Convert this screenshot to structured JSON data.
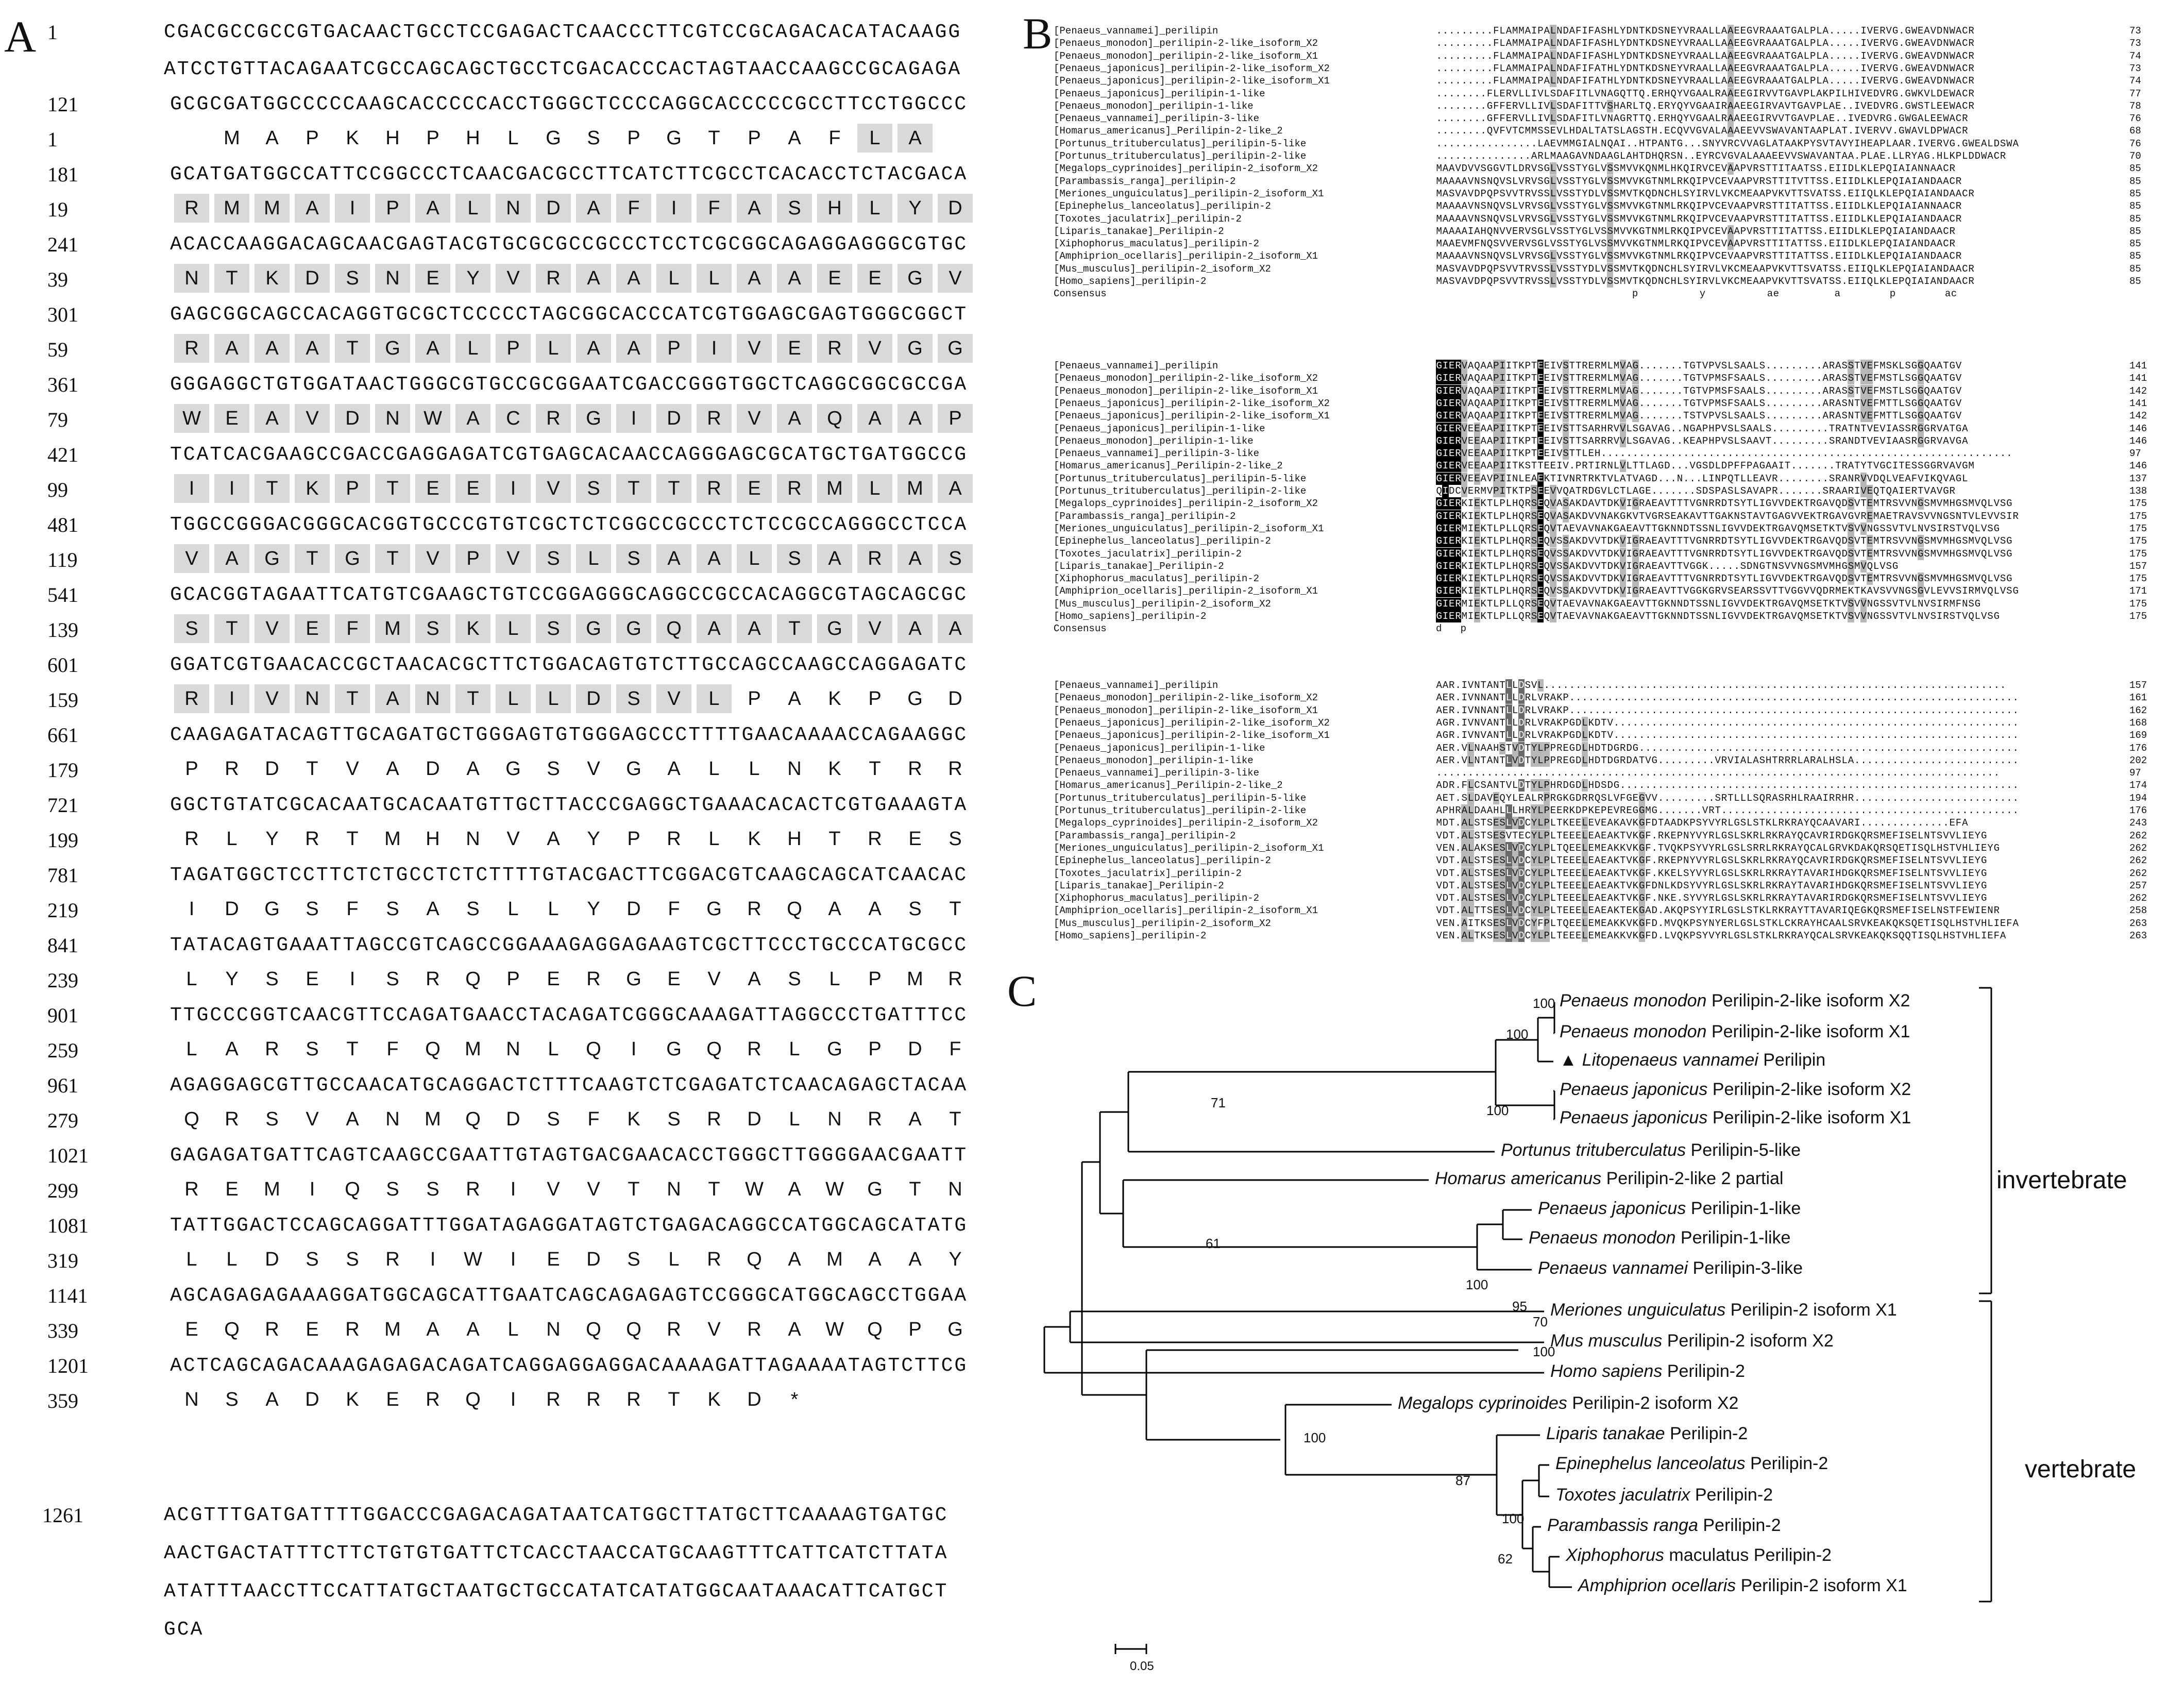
{
  "panel_labels": {
    "a": "A",
    "b": "B",
    "c": "C"
  },
  "panelA": {
    "header_start": "1",
    "header_lines": [
      "CGACGCCGCCGTGACAACTGCCTCCGAGACTCAACCCTTCGTCCGCAGACACATACAAGG",
      "ATCCTGTTACAGAATCGCCAGCAGCTGCCTCGACACCCACTAGTAACCAAGCCGCAGAGA"
    ],
    "blocks": [
      {
        "nt_num": "121",
        "nt": "GCGCGATGGCCCCCAAGCACCCCCACCTGGGCTCCCCAGGCACCCCCGCCTTCCTGGCCC",
        "aa_num": "1",
        "aa": " MAPKHPHLGSPGTPAFLA",
        "sig_from": 17,
        "sig_to": 19
      },
      {
        "nt_num": "181",
        "nt": "GCATGATGGCCATTCCGGCCCTCAACGACGCCTTCATCTTCGCCTCACACCTCTACGACA",
        "aa_num": "19",
        "aa": "RMMAIPALNDAFIFASHLYD",
        "sig_from": 0,
        "sig_to": 20
      },
      {
        "nt_num": "241",
        "nt": "ACACCAAGGACAGCAACGAGTACGTGCGCGCCGCCCTCCTCGCGGCAGAGGAGGGCGTGC",
        "aa_num": "39",
        "aa": "NTKDSNEYVRAALLAAEEGV",
        "sig_from": 0,
        "sig_to": 20
      },
      {
        "nt_num": "301",
        "nt": "GAGCGGCAGCCACAGGTGCGCTCCCCCTAGCGGCACCCATCGTGGAGCGAGTGGGCGGCT",
        "aa_num": "59",
        "aa": "RAAATGALPLAAPIVERVGG",
        "sig_from": 0,
        "sig_to": 20
      },
      {
        "nt_num": "361",
        "nt": "GGGAGGCTGTGGATAACTGGGCGTGCCGCGGAATCGACCGGGTGGCTCAGGCGGCGCCGA",
        "aa_num": "79",
        "aa": "WEAVDNWACRGIDRVAQAAP",
        "sig_from": 0,
        "sig_to": 20
      },
      {
        "nt_num": "421",
        "nt": "TCATCACGAAGCCGACCGAGGAGATCGTGAGCACAACCAGGGAGCGCATGCTGATGGCCG",
        "aa_num": "99",
        "aa": "IITKPTEEIVSTTRERMLMA",
        "sig_from": 0,
        "sig_to": 20
      },
      {
        "nt_num": "481",
        "nt": "TGGCCGGGACGGGCACGGTGCCCGTGTCGCTCTCGGCCGCCCTCTCCGCCAGGGCCTCCA",
        "aa_num": "119",
        "aa": "VAGTGTVPVSLSAALSARAS",
        "sig_from": 0,
        "sig_to": 20
      },
      {
        "nt_num": "541",
        "nt": "GCACGGTAGAATTCATGTCGAAGCTGTCCGGAGGGCAGGCCGCCACAGGCGTAGCAGCGC",
        "aa_num": "139",
        "aa": "STVEFMSKLSGGQAATGVAA",
        "sig_from": 0,
        "sig_to": 20
      },
      {
        "nt_num": "601",
        "nt": "GGATCGTGAACACCGCTAACACGCTTCTGGACAGTGTCTTGCCAGCCAAGCCAGGAGATC",
        "aa_num": "159",
        "aa": "RIVNTANTLLDSVLPAKPGD",
        "sig_from": 0,
        "sig_to": 14
      },
      {
        "nt_num": "661",
        "nt": "CAAGAGATACAGTTGCAGATGCTGGGAGTGTGGGAGCCCTTTTGAACAAAACCAGAAGGC",
        "aa_num": "179",
        "aa": "PRDTVADAGSVGALLNKTRR",
        "sig_from": 0,
        "sig_to": 0
      },
      {
        "nt_num": "721",
        "nt": "GGCTGTATCGCACAATGCACAATGTTGCTTACCCGAGGCTGAAACACACTCGTGAAAGTA",
        "aa_num": "199",
        "aa": "RLYRTMHNVAYPRLKHTRES",
        "sig_from": 0,
        "sig_to": 0
      },
      {
        "nt_num": "781",
        "nt": "TAGATGGCTCCTTCTCTGCCTCTCTTTTGTACGACTTCGGACGTCAAGCAGCATCAACAC",
        "aa_num": "219",
        "aa": "IDGSFSASLLYDFGRQAAST",
        "sig_from": 0,
        "sig_to": 0
      },
      {
        "nt_num": "841",
        "nt": "TATACAGTGAAATTAGCCGTCAGCCGGAAAGAGGAGAAGTCGCTTCCCTGCCCATGCGCC",
        "aa_num": "239",
        "aa": "LYSEISRQPERGEVASLPMR",
        "sig_from": 0,
        "sig_to": 0
      },
      {
        "nt_num": "901",
        "nt": "TTGCCCGGTCAACGTTCCAGATGAACCTACAGATCGGGCAAAGATTAGGCCCTGATTTCC",
        "aa_num": "259",
        "aa": "LARSTFQMNLQIGQRLGPDF",
        "sig_from": 0,
        "sig_to": 0
      },
      {
        "nt_num": "961",
        "nt": "AGAGGAGCGTTGCCAACATGCAGGACTCTTTCAAGTCTCGAGATCTCAACAGAGCTACAA",
        "aa_num": "279",
        "aa": "QRSVANMQDSFKSRDLNRAT",
        "sig_from": 0,
        "sig_to": 0
      },
      {
        "nt_num": "1021",
        "nt": "GAGAGATGATTCAGTCAAGCCGAATTGTAGTGACGAACACCTGGGCTTGGGGAACGAATT",
        "aa_num": "299",
        "aa": "REMIQSSRIVVTNTWAWGTN",
        "sig_from": 0,
        "sig_to": 0
      },
      {
        "nt_num": "1081",
        "nt": "TATTGGACTCCAGCAGGATTTGGATAGAGGATAGTCTGAGACAGGCCATGGCAGCATATG",
        "aa_num": "319",
        "aa": "LLDSSRIWIEDSLRQAMAAY",
        "sig_from": 0,
        "sig_to": 0
      },
      {
        "nt_num": "1141",
        "nt": "AGCAGAGAGAAAGGATGGCAGCATTGAATCAGCAGAGAGTCCGGGCATGGCAGCCTGGAA",
        "aa_num": "339",
        "aa": "EQRERMAALNQQRVRAWQPG",
        "sig_from": 0,
        "sig_to": 0
      },
      {
        "nt_num": "1201",
        "nt": "ACTCAGCAGACAAAGAGAGACAGATCAGGAGGAGGACAAAAGATTAGAAAATAGTCTTCG",
        "aa_num": "359",
        "aa": "NSADKERQIRRRTKD*",
        "sig_from": 0,
        "sig_to": 0
      }
    ],
    "tail_num": "1261",
    "tail_lines": [
      "ACGTTTGATGATTTTGGACCCGAGACAGATAATCATGGCTTATGCTTCAAAAGTGATGC",
      "AACTGACTATTTCTTCTGTGTGATTCTCACCTAACCATGCAAGTTTCATTCATCTTATA",
      "ATATTTAACCTTCCATTATGCTAATGCTGCCATATCATATGGCAATAAACATTCATGCT",
      "GCA"
    ]
  },
  "panelB": {
    "names": [
      "[Penaeus_vannamei]_perilipin",
      "[Penaeus_monodon]_perilipin-2-like_isoform_X2",
      "[Penaeus_monodon]_perilipin-2-like_isoform_X1",
      "[Penaeus_japonicus]_perilipin-2-like_isoform_X2",
      "[Penaeus_japonicus]_perilipin-2-like_isoform_X1",
      "[Penaeus_japonicus]_perilipin-1-like",
      "[Penaeus_monodon]_perilipin-1-like",
      "[Penaeus_vannamei]_perilipin-3-like",
      "[Homarus_americanus]_Perilipin-2-like_2",
      "[Portunus_trituberculatus]_perilipin-5-like",
      "[Portunus_trituberculatus]_perilipin-2-like",
      "[Megalops_cyprinoides]_perilipin-2_isoform_X2",
      "[Parambassis_ranga]_perilipin-2",
      "[Meriones_unguiculatus]_perilipin-2_isoform_X1",
      "[Epinephelus_lanceolatus]_perilipin-2",
      "[Toxotes_jaculatrix]_perilipin-2",
      "[Liparis_tanakae]_Perilipin-2",
      "[Xiphophorus_maculatus]_perilipin-2",
      "[Amphiprion_ocellaris]_perilipin-2_isoform_X1",
      "[Mus_musculus]_perilipin-2_isoform_X2",
      "[Homo_sapiens]_perilipin-2"
    ],
    "consensus_label": "Consensus",
    "blocks": [
      {
        "seqs": [
          ".........FLAMMAIPALNDAFIFASHLYDNTKDSNEYVRAALLAAEEGVRAAATGALPLA.....IVERVG.GWEAVDNWACR",
          ".........FLAMMAIPALNDAFIFASHLYDNTKDSNEYVRAALLAAEEGVRAAATGALPLA.....IVERVG.GWEAVDNWACR",
          ".........FLAMMAIPALNDAFIFASHLYDNTKDSNEYVRAALLAAEEGVRAAATGALPLA.....IVERVG.GWEAVDNWACR",
          ".........FLAMMAIPALNDAFIFATHLYDNTKDSNEYVRAALLAAEEGVRAAATGALPLA.....IVERVG.GWEAVDNWACR",
          ".........FLAMMAIPALNDAFIFATHLYDNTKDSNEYVRAALLAAEEGVRAAATGALPLA.....IVERVG.GWEAVDNWACR",
          "........FLERVLLIVLSDAFITLVNAGQTTQ.ERHQYVGAALRAAEEGIRVVTGAVPLAKPILHIVEDVRG.GWKVLDEWACR",
          "........GFFERVLLIVLSDAFITTVSHARLTQ.ERYQYVGAAIRAAEEGIRVAVTGAVPLAE..IVEDVRG.GWSTLEEWACR",
          "........GFFERVLLIVLSDAFITLVNAGRTTQ.ERHQYVGAALRAAEEGIRVVTGAVPLAE..IVEDVRG.GWGALEEWACR",
          "........QVFVTCMMSSEVLHDALTATSLAGSTH.ECQVVGVALAAAEEVVSWAVANTAAPLAT.IVERVV.GWAVLDPWACR",
          "................LAEVMMGIALNQAI..HTPANTG...SNYVRCVVAGLATAAKPYSVTAVYIHEAPLAAR.IVERVG.GWEALDSWACR",
          "...............ARLMAAGAVNDAAGLAHTDHQRSN..EYRCVGVALAAAEEVVSWAVANTAA.PLAE.LLRYAG.HLKPLDDWACR",
          "MAAVDVVSGGVTLDRVSGLVSSTYGLVSSMVVKQNMLHKQIRVCEVAAPVRSTTITAATSS.EIIDLKLEPQIAIANNAACR",
          "MAAAAVNSNQVSLVRVSGLVSSTYGLVSSMVVKGTNMLRKQIPVCEVAAPVRSTTITVTTSS.EIIDLKLEPQIAIANDAACR",
          "MASVAVDPQPSVVTRVSSLVSSTYDLVSSMVTKQDNCHLSYIRVLVKCMEAAPVKVTTSVATSS.EIIQLKLEPQIAIANDAACR",
          "MAAAAVNSNQVSLVRVSGLVSSTYGLVSSMVVKGTNMLRKQIPVCEVAAPVRSTTITATTSS.EIIDLKLEPQIAIANNAACR",
          "MAAAAVNSNQVSLVRVSGLVSSTYGLVSSMVVKGTNMLRKQIPVCEVAAPVRSTTITATTSS.EIIDLKLEPQIAIANDAACR",
          "MAAAAIAHQNVVERVSGLVSSTYGLVSSMVVKGTNMLRKQIPVCEVAAPVRSTTITATTSS.EIIDLKLEPQIAIANDAACR",
          "MAAEVMFNQSVVERVSGLVSSTYGLVSSMVVKGTNMLRKQIPVCEVAAPVRSTTITATTSS.EIIDLKLEPQIAIANDAACR",
          "MAAAAVNSNQVSLVRVSGLVSSTYGLVSSMVVKGTNMLRKQIPVCEVAAPVRSTTITATTSS.EIIDLKLEPQIAIANDAACR",
          "MASVAVDPQPSVVTRVSSLVSSTYDLVSSMVTKQDNCHLSYIRVLVKCMEAAPVKVTTSVATSS.EIIQLKLEPQIAIANDAACR",
          "MASVAVDPQPSVVTRVSSLVSSTYDLVSSMVTKQDNCHLSYIRVLVKCMEAAPVKVTTSVATSS.EIIQLKLEPQIAIANDAACR"
        ],
        "nums": [
          "73",
          "73",
          "74",
          "73",
          "74",
          "77",
          "78",
          "76",
          "68",
          "76",
          "70",
          "85",
          "85",
          "85",
          "85",
          "85",
          "85",
          "85",
          "85",
          "85",
          "85"
        ],
        "consensus": "                                p          y          ae         a        p        ac"
      },
      {
        "seqs": [
          "GIERVAQAAPIITKPTEEIVSTTRERMLMVAG.......TGTVPVSLSAALS.........ARASSTVEFMSKLSGGQAATGV",
          "GIERVAQAAPIITKPTEEIVSTTRERMLMVAG.......TGTVPMSFSAALS.........ARASSTVEFMSTLSGGQAATGV",
          "GIERVAQAAPIITKPTEEIVSTTRERMLMVAG.......TGTVPMSFSAALS.........ARASSTVEFMSTLSGGQAATGV",
          "GIERVAQAAPIITKPTEEIVSTTRERMLMVAG.......TGTVPMSFSAALS.........ARASNTVEFMTTLSGGQAATGV",
          "GIERVAQAAPIITKPTEEIVSTTRERMLMVAG.......TSTVPVSLSAALS.........ARASNTVEFMTTLSGGQAATGV",
          "GIERVEEAAPIITKPTEEIVSTTSARHRVVLSGAVAG..NGAPHPVSLSAALS.........TRATNTVEVIASSRGGRVATGA",
          "GIERVEEAAPIITKPTEEIVSTTSARRRVVLSGAVAG..KEAPHPVSLSAAVT.........SRANDTVEVIAASRGGRVAVGA",
          "GIERVEEAAPIITKPTEEIVSTTLEH.................................................................",
          "GIERVEEAAPIITKSTTEEIV.PRTIRNLVLTTLAGD...VGSDLDPFFPAGAAIT.......TRATYTVGCITESSGGRVAVGM",
          "GIERVEEAVPIINLEAEKTIVNRTRKTVLATVAGD...N...LINPQTLLEAVR........SRANRVVDQLVEAFVIKQVAGL",
          "QIDCVERMVPITKTPSEEVVQATRDGVLCTLAGE.......SDSPASLSAVAPR.......SRAARIVEQTQAIERTVAVGR",
          "GIERKIEKTLPLHQRSEQVASAKDAVTDKVIGRAEAVTTTVGNRRDTSYTLIGVVDEKTRGAVQDSVTEMTRSVVNGSMVMHGSMVQLVSG",
          "GIERKIEKTLPLHQRSEQVASAKDVVNAKGKVTVGRSEAKAVTTGAKNSTAVTGAGVVEKTRGAVGVREMAETRAVSVVNGSNTVLEVVSIRMVQLVSG",
          "GIERMIEKTLPLLQRSEQVTAEVAVNAKGAEAVTTGKNNDTSSNLIGVVDEKTRGAVQMSETKTVSVVNGSSVTVLNVSIRSTVQLVSG",
          "GIERKIEKTLPLHQRSEQVSSAKDVVTDKVIGRAEAVTTTVGNRRDTSYTLIGVVDEKTRGAVQDSVTEMTRSVVNGSMVMHGSMVQLVSG",
          "GIERKIEKTLPLHQRSEQVSSAKDVVTDKVIGRAEAVTTTVGNRRDTSYTLIGVVDEKTRGAVQDSVTEMTRSVVNGSMVMHGSMVQLVSG",
          "GIERKIEKTLPLHQRSEQVSSAKDVVTDKVIGRAEAVTTVGGK.....SDNGTNSVVNGSMVMHGSMVQLVSG",
          "GIERKIEKTLPLHQRSEQVSSAKDVVTDKVIGRAEAVTTTVGNRRDTSYTLIGVVDEKTRGAVQDSVTEMTRSVVNGSMVMHGSMVQLVSG",
          "GIERKIEKTLPLHQRSEQVSSAKDVVTDKVIGRAEAVTTVGGKGRVSEARSSVTTVGGVVQDRMEKTKAVSVVNGSGVLEVVSIRMVQLVSG",
          "GIERMIEKTLPLLQRSEQVTAEVAVNAKGAEAVTTGKNNDTSSNLIGVVDEKTRGAVQMSETKTVSVVNGSSVTVLNVSIRMFNSG",
          "GIERMIEKTLPLLQRSEQVTAEVAVNAKGAEAVTTGKNNDTSSNLIGVVDEKTRGAVQMSETKTVSVVNGSSVTVLNVSIRSTVQLVSG"
        ],
        "nums": [
          "141",
          "141",
          "142",
          "141",
          "142",
          "146",
          "146",
          "97",
          "146",
          "137",
          "138",
          "175",
          "175",
          "175",
          "175",
          "175",
          "157",
          "175",
          "171",
          "175",
          "175"
        ],
        "consensus": "d   p"
      },
      {
        "seqs": [
          "AAR.IVNTANTLLDSVL.........................................................................",
          "AER.IVNNANTLLDRLVRAKP.......................................................................",
          "AER.IVNNANTLLDRLVRAKP.......................................................................",
          "AGR.IVNVANTLLDRLVRAKPGDLKDTV................................................................",
          "AGR.IVNVANTLLDRLVRAKPGDLKDTV................................................................",
          "AER.VLNAAHSTVDTYLPPREGDLHDTDGRDG............................................................",
          "AER.VLNTANTLVDTYLPPREGDLHDTDGRDATVG.........VRVIALASHTRRRLARALHSLA..........................",
          ".........................................................................................",
          "ADR.FLCSANTVLDTYLPHRDGDLHDSDG...............................................................",
          "AET.SLDAVEQYLEALRPRGKGDRRQSLVFGEGVV.........SRTLLLSQRASRHLRAAIRRHR..........................",
          "APHRALDAAHLLLHRYLPEERKDPKEPEVREGGMG.......VRT...............................................",
          "MDT.ALSTSESLVDCYLPLTKEELEVEAKAVKGFDTAADKPSYVYRLGSLSTKLRKRAYQCAAVARI..............EFA",
          "VDT.ALSTSESVTECYLPLTEEELEAEAKTVKGF.RKEPNYVYRLGSLSKRLRKRAYQCAVRIRDGKQRSMEFISELNTSVVLIEYG",
          "VEN.ALAKSESLVDCYLPLTQEELEMEAKKVKGF.TVQKPSYVYRLGSLSRRLRKRAYQCALGRVKDAKQRSQETISQLHSTVHLIEYG",
          "VDT.ALSTSESLVDCYLPLTEEELEAEAKTVKGF.RKEPNYVYRLGSLSKRLRKRAYQCAVRIRDGKQRSMEFISELNTSVVLIEYG",
          "VDT.ALSTSESLVDCYLPLTEEELEAEAKTVKGF.KKELSYVYRLGSLSKRLRKRAYTAVARIHDGKQRSMEFISELNTSVVLIEYG",
          "VDT.ALSTSESLVDCYLPLTEEELEAEAKTVKGFDNLKDSYVYRLGSLSKRLRKRAYTAVARIHDGKQRSMEFISELNTSVVLIEYG",
          "VDT.ALSTSESLVDCYLPLTEEELEAEAKTVKGF.NKE.SYVYRLGSLSKRLRKRAYTAVARIRDGKQRSMEFISELNTSVVLIEYG",
          "VDT.ALTTSESLVDCYLPLTEEELEAEAKTEKGAD.AKQPSYYIRLGSLSTKLRKRAYTTAVARIQEGKQRSMEFISELNSTFEWIENR",
          "VEN.AITKSESLVDCYFPLTQEELEMEAKKVKGFD.MVQKPSYNYERLGSLSTKLCKRAYHCAALSRVKEAKQKSQETISQLHSTVHLIEFA",
          "VEN.ALTKSESLVDCYLPLTEEELEMEAKKVKGFD.LVQKPSYVYRLGSLSTKLRKRAYQCALSRVKEAKQKSQQTISQLHSTVHLIEFA"
        ],
        "nums": [
          "157",
          "161",
          "162",
          "168",
          "169",
          "176",
          "202",
          "97",
          "174",
          "194",
          "176",
          "243",
          "262",
          "262",
          "262",
          "262",
          "257",
          "262",
          "258",
          "263",
          "263"
        ],
        "consensus": ""
      }
    ]
  },
  "panelC": {
    "leaves": [
      {
        "genus": "Penaeus monodon",
        "rest": " Perilipin-2-like isoform X2",
        "marker": ""
      },
      {
        "genus": "Penaeus monodon",
        "rest": " Perilipin-2-like isoform X1",
        "marker": ""
      },
      {
        "genus": "Litopenaeus vannamei",
        "rest": " Perilipin",
        "marker": "▲"
      },
      {
        "genus": "Penaeus japonicus",
        "rest": " Perilipin-2-like isoform X2",
        "marker": ""
      },
      {
        "genus": "Penaeus japonicus",
        "rest": " Perilipin-2-like isoform X1",
        "marker": ""
      },
      {
        "genus": "Portunus trituberculatus",
        "rest": " Perilipin-5-like",
        "marker": ""
      },
      {
        "genus": "Homarus americanus",
        "rest": " Perilipin-2-like 2 partial",
        "marker": ""
      },
      {
        "genus": "Penaeus japonicus",
        "rest": " Perilipin-1-like",
        "marker": ""
      },
      {
        "genus": "Penaeus monodon",
        "rest": " Perilipin-1-like",
        "marker": ""
      },
      {
        "genus": "Penaeus vannamei",
        "rest": " Perilipin-3-like",
        "marker": ""
      },
      {
        "genus": "Meriones unguiculatus",
        "rest": " Perilipin-2 isoform X1",
        "marker": ""
      },
      {
        "genus": "Mus musculus",
        "rest": " Perilipin-2 isoform X2",
        "marker": ""
      },
      {
        "genus": "Homo sapiens",
        "rest": " Perilipin-2",
        "marker": ""
      },
      {
        "genus": "Megalops cyprinoides",
        "rest": " Perilipin-2 isoform X2",
        "marker": ""
      },
      {
        "genus": "Liparis tanakae",
        "rest": " Perilipin-2",
        "marker": ""
      },
      {
        "genus": "Epinephelus lanceolatus",
        "rest": " Perilipin-2",
        "marker": ""
      },
      {
        "genus": "Toxotes jaculatrix",
        "rest": " Perilipin-2",
        "marker": ""
      },
      {
        "genus": "Parambassis ranga",
        "rest": " Perilipin-2",
        "marker": ""
      },
      {
        "genus": "Xiphophorus",
        "rest": " maculatus Perilipin-2",
        "marker": ""
      },
      {
        "genus": "Amphiprion ocellaris",
        "rest": " Perilipin-2 isoform X1",
        "marker": ""
      }
    ],
    "bootstraps": [
      "100",
      "100",
      "100",
      "71",
      "61",
      "100",
      "95",
      "70",
      "100",
      "100",
      "87",
      "100",
      "62"
    ],
    "groups": [
      "invertebrate",
      "vertebrate"
    ],
    "scale_label": "0.05"
  }
}
